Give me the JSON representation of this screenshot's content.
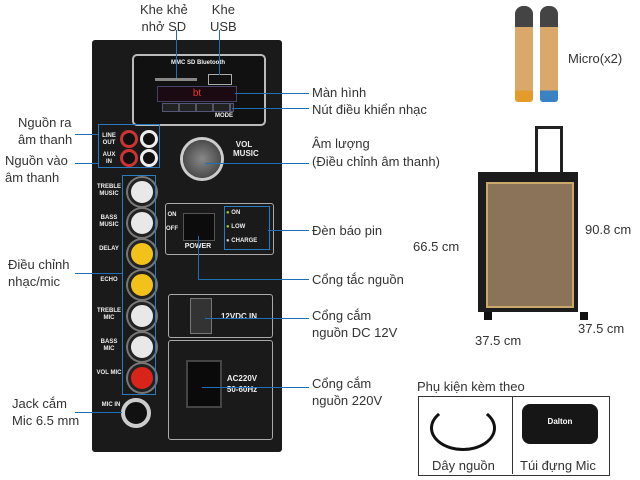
{
  "panel": {
    "card_icons": "MMC SD Bluetooth",
    "display": "bt",
    "mode_label": "MODE",
    "line_out": "LINE OUT",
    "aux_in": "AUX IN",
    "vol_music": "VOL MUSIC",
    "knobs": [
      "TREBLE MUSIC",
      "BASS MUSIC",
      "DELAY",
      "ECHO",
      "TREBLE MIC",
      "BASS MIC",
      "VOL MIC"
    ],
    "knob_colors": [
      "#e8e8e8",
      "#e8e8e8",
      "#f2c21b",
      "#f2c21b",
      "#e8e8e8",
      "#e8e8e8",
      "#d9241c"
    ],
    "mic_in": "MIC IN",
    "switch_on": "ON",
    "switch_off": "OFF",
    "power": "POWER",
    "leds": [
      "ON",
      "LOW",
      "CHARGE"
    ],
    "dc_in": "12VDC IN",
    "ac_label": "AC220V",
    "ac_freq": "50-60Hz"
  },
  "labels": {
    "sd_slot": "Khe khẻ\nnhở SD",
    "usb_slot": "Khe\nUSB",
    "screen": "Màn hình",
    "music_buttons": "Nút điều khiển nhạc",
    "volume": "Âm lượng",
    "volume_sub": "(Điều chỉnh âm thanh)",
    "battery_led": "Đèn báo pin",
    "power_switch": "Cổng tắc nguồn",
    "dc_port": "Cổng cắm\nnguồn DC 12V",
    "ac_port": "Cổng cắm\nnguồn 220V",
    "audio_out": "Nguồn ra\nâm thanh",
    "audio_in": "Nguồn vào\nâm thanh",
    "adjust": "Điều chỉnh\nnhạc/mic",
    "mic_jack": "Jack cắm\nMic 6.5 mm",
    "micro": "Micro(x2)"
  },
  "dimensions": {
    "height": "66.5 cm",
    "total_height": "90.8 cm",
    "width": "37.5 cm",
    "depth": "37.5 cm"
  },
  "accessories": {
    "title": "Phụ kiện kèm theo",
    "items": [
      "Dây nguồn",
      "Túi đựng Mic"
    ],
    "bag_brand": "Dalton"
  },
  "colors": {
    "accent_line": "#1e6fb5",
    "panel": "#1a1a1a"
  }
}
